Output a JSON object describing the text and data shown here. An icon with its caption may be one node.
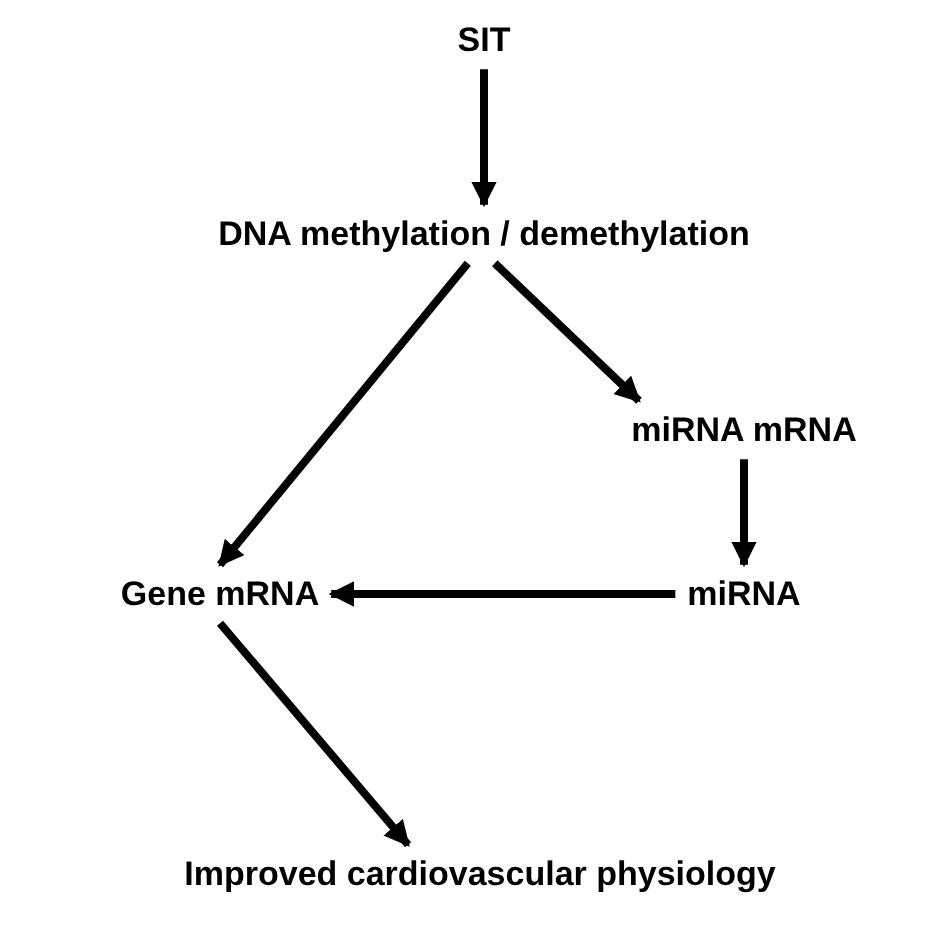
{
  "diagram": {
    "nodes": [
      {
        "text": [
          "SIT"
        ]
      },
      {
        "text": [
          "DNA methylation / demethylation"
        ]
      },
      {
        "text": [
          "miRNA mRNA"
        ]
      },
      {
        "text": [
          "Gene mRNA"
        ]
      },
      {
        "text": [
          "miRNA"
        ]
      },
      {
        "text": [
          "Improved cardiovascular physiology"
        ]
      }
    ],
    "edges": [
      {
        "from": 0,
        "to": 1,
        "arrow": "to"
      },
      {
        "from": 1,
        "to": 3,
        "arrow": "to"
      },
      {
        "from": 1,
        "to": 2,
        "arrow": "to"
      },
      {
        "from": 2,
        "to": 4,
        "arrow": "to"
      },
      {
        "from": 4,
        "to": 3,
        "arrow": "to"
      },
      {
        "from": 3,
        "to": 5,
        "arrow": "to"
      }
    ]
  }
}
